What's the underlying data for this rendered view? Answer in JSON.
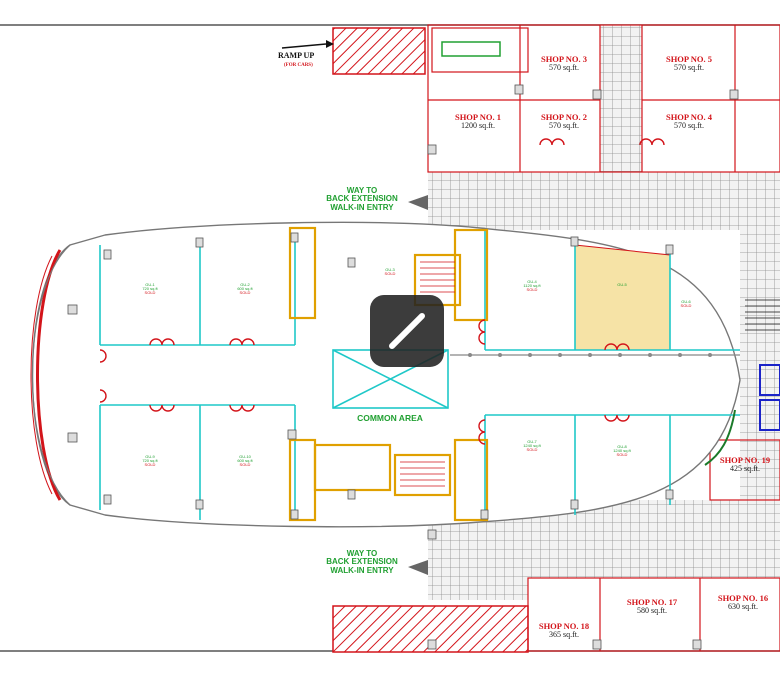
{
  "ramp": {
    "label": "RAMP UP",
    "sub": "(FOR CARS)"
  },
  "walkin_top": [
    "WAY TO",
    "BACK EXTENSION",
    "WALK-IN ENTRY"
  ],
  "walkin_bottom": [
    "WAY TO",
    "BACK EXTENSION",
    "WALK-IN ENTRY"
  ],
  "common_area": {
    "label": "COMMON AREA"
  },
  "shops": [
    {
      "title": "SHOP NO. 3",
      "area": "570 sq.ft."
    },
    {
      "title": "SHOP NO. 5",
      "area": "570 sq.ft."
    },
    {
      "title": "SHOP NO. 1",
      "area": "1200 sq.ft."
    },
    {
      "title": "SHOP NO. 2",
      "area": "570 sq.ft."
    },
    {
      "title": "SHOP NO. 4",
      "area": "570 sq.ft."
    },
    {
      "title": "SHOP NO. 19",
      "area": "425 sq.ft."
    },
    {
      "title": "SHOP NO. 17",
      "area": "580 sq.ft."
    },
    {
      "title": "SHOP NO. 16",
      "area": "630 sq.ft."
    },
    {
      "title": "SHOP NO. 18",
      "area": "365 sq.ft."
    }
  ],
  "units": [
    {
      "name": "GU-1",
      "area": "720 sq.ft",
      "status": "SOLD"
    },
    {
      "name": "GU-2",
      "area": "600 sq.ft",
      "status": "SOLD"
    },
    {
      "name": "GU-3",
      "area": "",
      "status": "SOLD"
    },
    {
      "name": "GU-4",
      "area": "1120 sq.ft",
      "status": "SOLD"
    },
    {
      "name": "GU-5",
      "area": "",
      "status": ""
    },
    {
      "name": "GU-6",
      "area": "",
      "status": "SOLD"
    },
    {
      "name": "GU-7",
      "area": "1240 sq.ft",
      "status": "SOLD"
    },
    {
      "name": "GU-8",
      "area": "1240 sq.ft",
      "status": "SOLD"
    },
    {
      "name": "GU-9",
      "area": "720 sq.ft",
      "status": "SOLD"
    },
    {
      "name": "GU-10",
      "area": "600 sq.ft",
      "status": "SOLD"
    }
  ],
  "colors": {
    "wall_red": "#d3141a",
    "grid_gray": "#8a8a8a",
    "cyan": "#1fc8c8",
    "orange": "#e0a000",
    "highlight": "#f6e3a6",
    "green_text": "#21a032",
    "overlay": "#212121"
  },
  "toolbar": {
    "edit_icon": "pencil-icon"
  }
}
